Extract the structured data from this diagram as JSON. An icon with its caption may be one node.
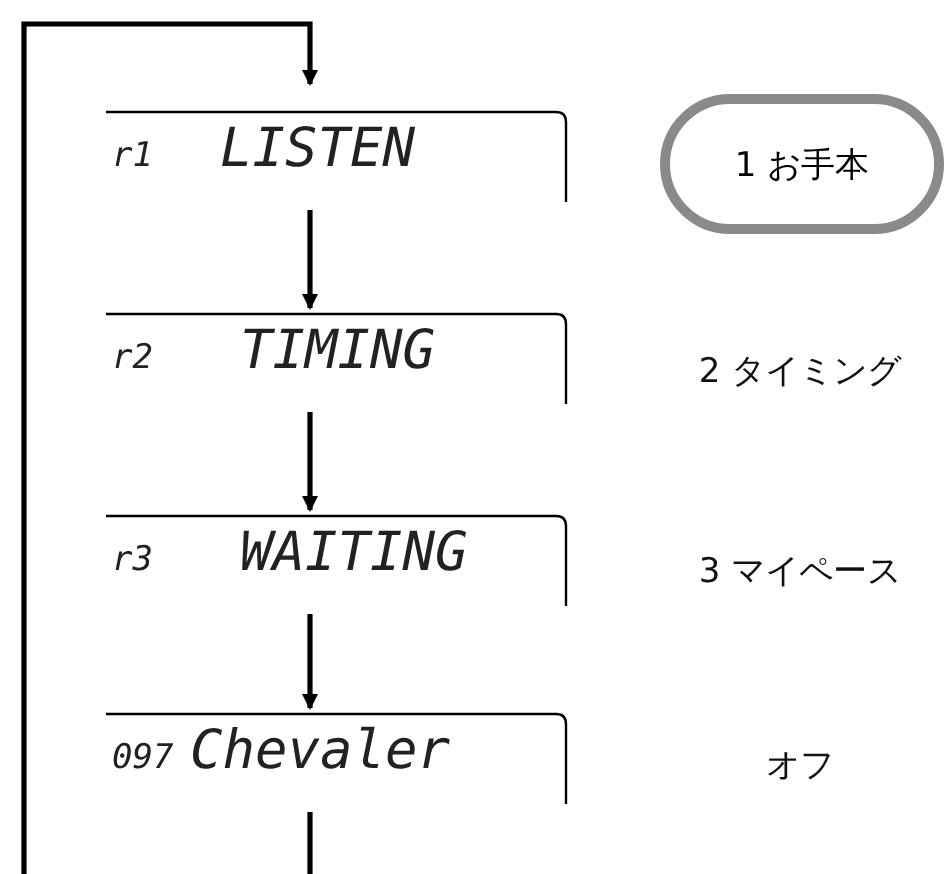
{
  "diagram": {
    "nodes": [
      {
        "text": [
          "r1",
          "LISTEN"
        ]
      },
      {
        "text": [
          "r2",
          "TIMING"
        ]
      },
      {
        "text": [
          "r3",
          "WAITING"
        ]
      },
      {
        "text": [
          "097",
          "Chevaler"
        ]
      },
      {
        "text": [
          "1 お手本"
        ]
      }
    ],
    "edges": [
      {
        "from": 0,
        "to": 1,
        "arrow": "to"
      },
      {
        "from": 1,
        "to": 2,
        "arrow": "to"
      },
      {
        "from": 2,
        "to": 3,
        "arrow": "to"
      },
      {
        "from": 3,
        "to": 0,
        "arrow": "to"
      }
    ],
    "labels": [
      "2 タイミング",
      "3 マイペース",
      "オフ"
    ]
  }
}
